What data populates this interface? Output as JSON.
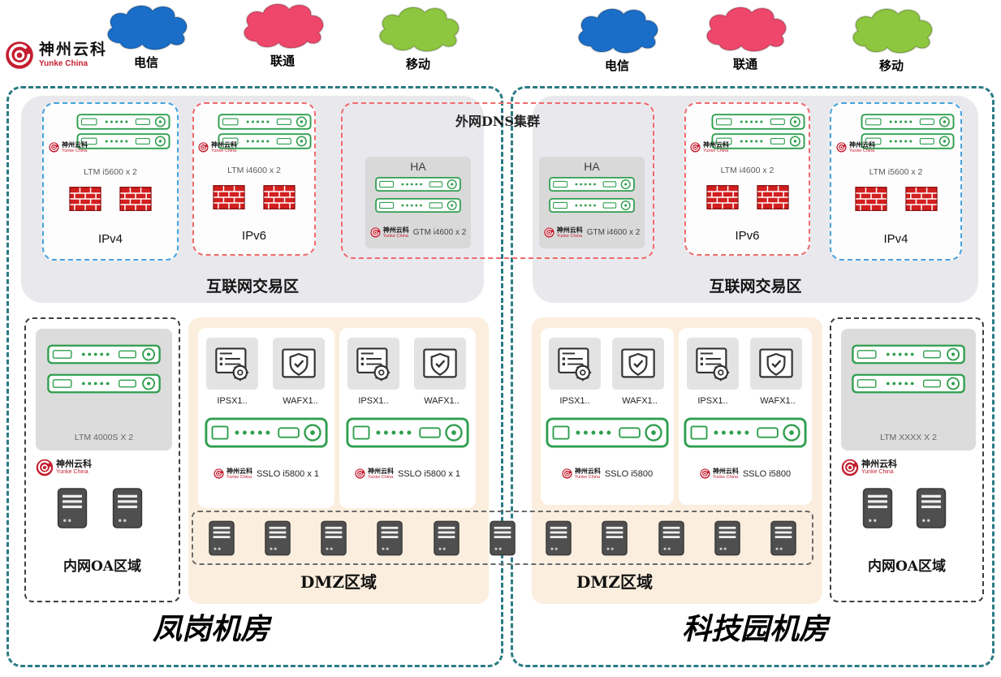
{
  "brand": {
    "cn": "神州云科",
    "en": "Yunke China"
  },
  "isps": {
    "left": [
      {
        "label": "电信",
        "color": "#1b6ec8"
      },
      {
        "label": "联通",
        "color": "#ef476c"
      },
      {
        "label": "移动",
        "color": "#8dc63f"
      }
    ],
    "right": [
      {
        "label": "电信",
        "color": "#1b6ec8"
      },
      {
        "label": "联通",
        "color": "#ef476c"
      },
      {
        "label": "移动",
        "color": "#8dc63f"
      }
    ]
  },
  "dns_cluster": {
    "title": "外网DNS集群",
    "left": {
      "ha": "HA",
      "device": "GTM i4600 x 2"
    },
    "right": {
      "ha": "HA",
      "device": "GTM i4600 x 2"
    }
  },
  "left_dc": {
    "name": "凤岗机房",
    "internet_zone": {
      "label": "互联网交易区",
      "ipv4": {
        "device": "LTM i5600 x 2",
        "label": "IPv4"
      },
      "ipv6": {
        "device": "LTM i4600 x 2",
        "label": "IPv6"
      }
    },
    "oa_zone": {
      "label": "内网OA区域",
      "device": "LTM 4000S X 2"
    },
    "dmz": {
      "label": "DMZ区域",
      "groups": [
        {
          "ips": "IPSX1..",
          "waf": "WAFX1..",
          "sslo": "SSLO i5800 x 1"
        },
        {
          "ips": "IPSX1..",
          "waf": "WAFX1..",
          "sslo": "SSLO i5800 x 1"
        }
      ]
    }
  },
  "right_dc": {
    "name": "科技园机房",
    "internet_zone": {
      "label": "互联网交易区",
      "ipv6": {
        "device": "LTM i4600 x 2",
        "label": "IPv6"
      },
      "ipv4": {
        "device": "LTM i5600 x 2",
        "label": "IPv4"
      }
    },
    "oa_zone": {
      "label": "内网OA区域",
      "device": "LTM XXXX X 2"
    },
    "dmz": {
      "label": "DMZ区域",
      "groups": [
        {
          "ips": "IPSX1..",
          "waf": "WAFX1..",
          "sslo": "SSLO i5800"
        },
        {
          "ips": "IPSX1..",
          "waf": "WAFX1..",
          "sslo": "SSLO i5800"
        }
      ]
    }
  }
}
